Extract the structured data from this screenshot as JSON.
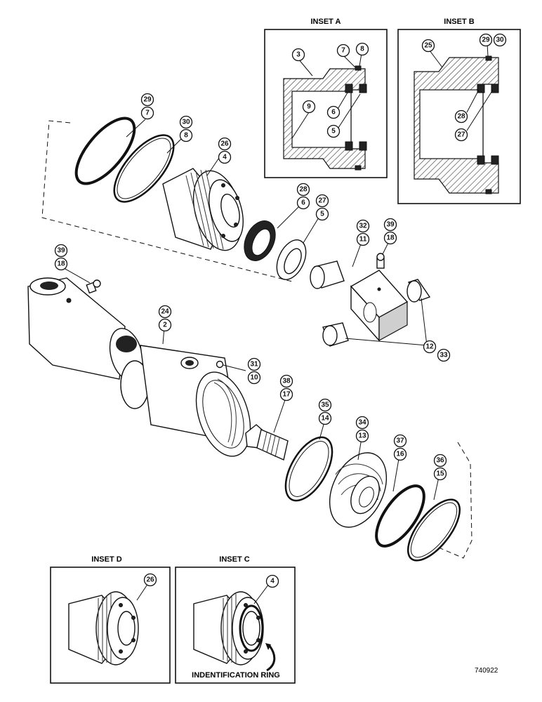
{
  "insets": {
    "a_title": "INSET A",
    "b_title": "INSET B",
    "c_title": "INSET C",
    "d_title": "INSET D"
  },
  "identification_ring_label": "INDENTIFICATION RING",
  "figure_number": "740922",
  "callouts": {
    "a3": "3",
    "a7": "7",
    "a8": "8",
    "a9": "9",
    "a6": "6",
    "a5": "5",
    "b25": "25",
    "b29": "29",
    "b30": "30",
    "b28": "28",
    "b27": "27",
    "c4": "4",
    "d26": "26",
    "p29": "29",
    "p7": "7",
    "p30": "30",
    "p8": "8",
    "p26": "26",
    "p4": "4",
    "p28": "28",
    "p6": "6",
    "p27": "27",
    "p5": "5",
    "p32": "32",
    "p11": "11",
    "p39a": "39",
    "p18a": "18",
    "p39b": "39",
    "p18b": "18",
    "p24": "24",
    "p2": "2",
    "p31": "31",
    "p10": "10",
    "p12": "12",
    "p33": "33",
    "p38": "38",
    "p17": "17",
    "p35": "35",
    "p14": "14",
    "p34": "34",
    "p13": "13",
    "p37": "37",
    "p16": "16",
    "p36": "36",
    "p15": "15"
  }
}
